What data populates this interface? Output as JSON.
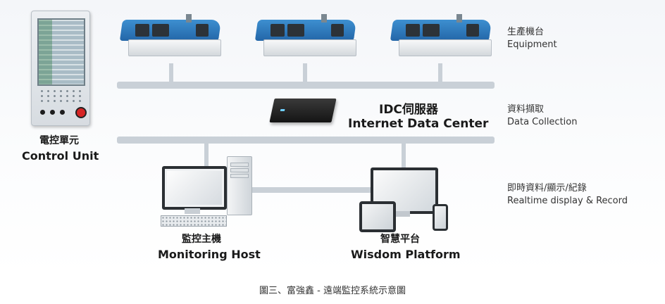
{
  "tiers": {
    "equipment": {
      "zh": "生產機台",
      "en": "Equipment"
    },
    "data_collection": {
      "zh": "資料擷取",
      "en": "Data Collection"
    },
    "realtime": {
      "zh": "即時資料/顯示/紀錄",
      "en": "Realtime display & Record"
    }
  },
  "nodes": {
    "control_unit": {
      "zh": "電控單元",
      "en": "Control Unit"
    },
    "idc": {
      "zh": "IDC伺服器",
      "en": "Internet Data Center"
    },
    "monitoring_host": {
      "zh": "監控主機",
      "en": "Monitoring Host"
    },
    "wisdom_platform": {
      "zh": "智慧平台",
      "en": "Wisdom Platform"
    }
  },
  "caption": "圖三、富強鑫 - 遠端監控系統示意圖",
  "colors": {
    "machine_blue": "#2f7fc4",
    "bus_gray": "#c9d0d7",
    "stop_red": "#d62525"
  }
}
